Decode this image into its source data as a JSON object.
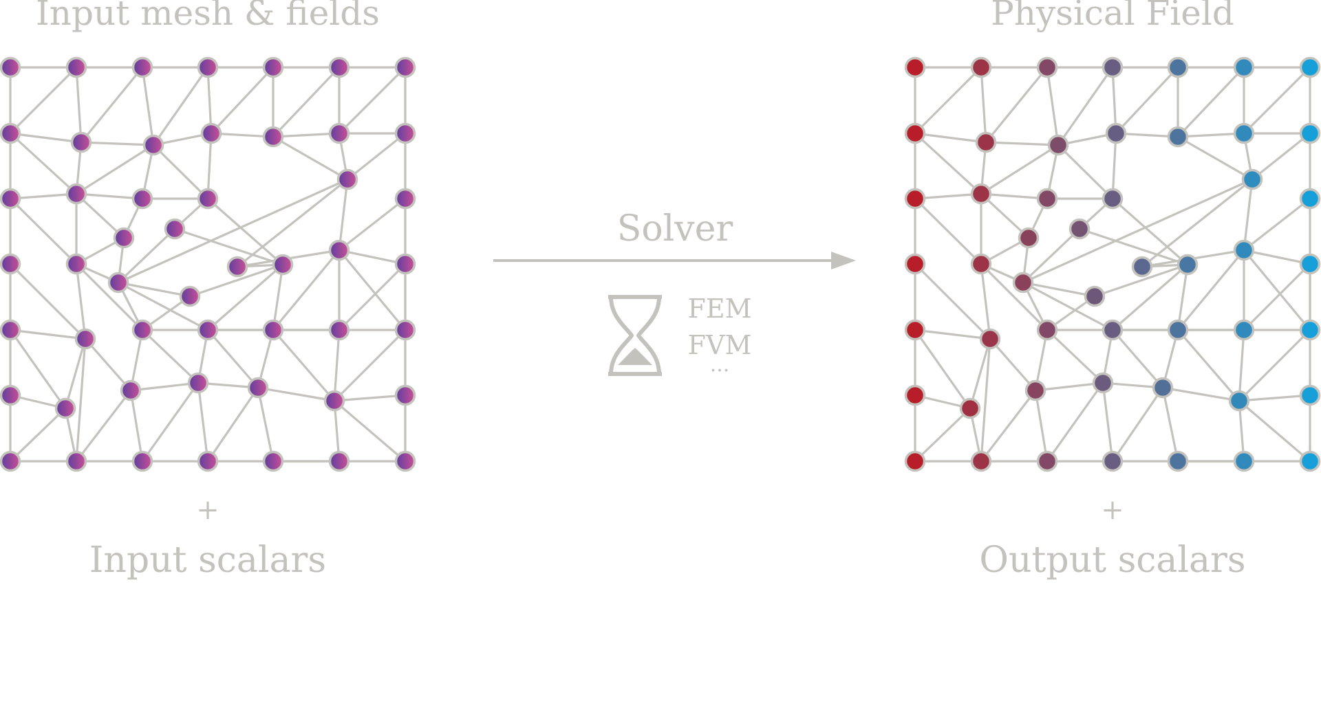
{
  "title_left": "Input mesh & fields",
  "title_right": "Physical Field",
  "plus_left": "+",
  "plus_right": "+",
  "caption_left": "Input scalars",
  "caption_right": "Output scalars",
  "solver_label": "Solver",
  "methods": [
    "FEM",
    "FVM",
    "..."
  ],
  "icons": {
    "solver": "hourglass-icon",
    "flow": "arrow-right-icon"
  },
  "colors": {
    "line": "#c4c2bc",
    "input_gradient": [
      "#6a3ea0",
      "#c24f96"
    ],
    "output_left": "#b81d2a",
    "output_right": "#169fd9"
  }
}
